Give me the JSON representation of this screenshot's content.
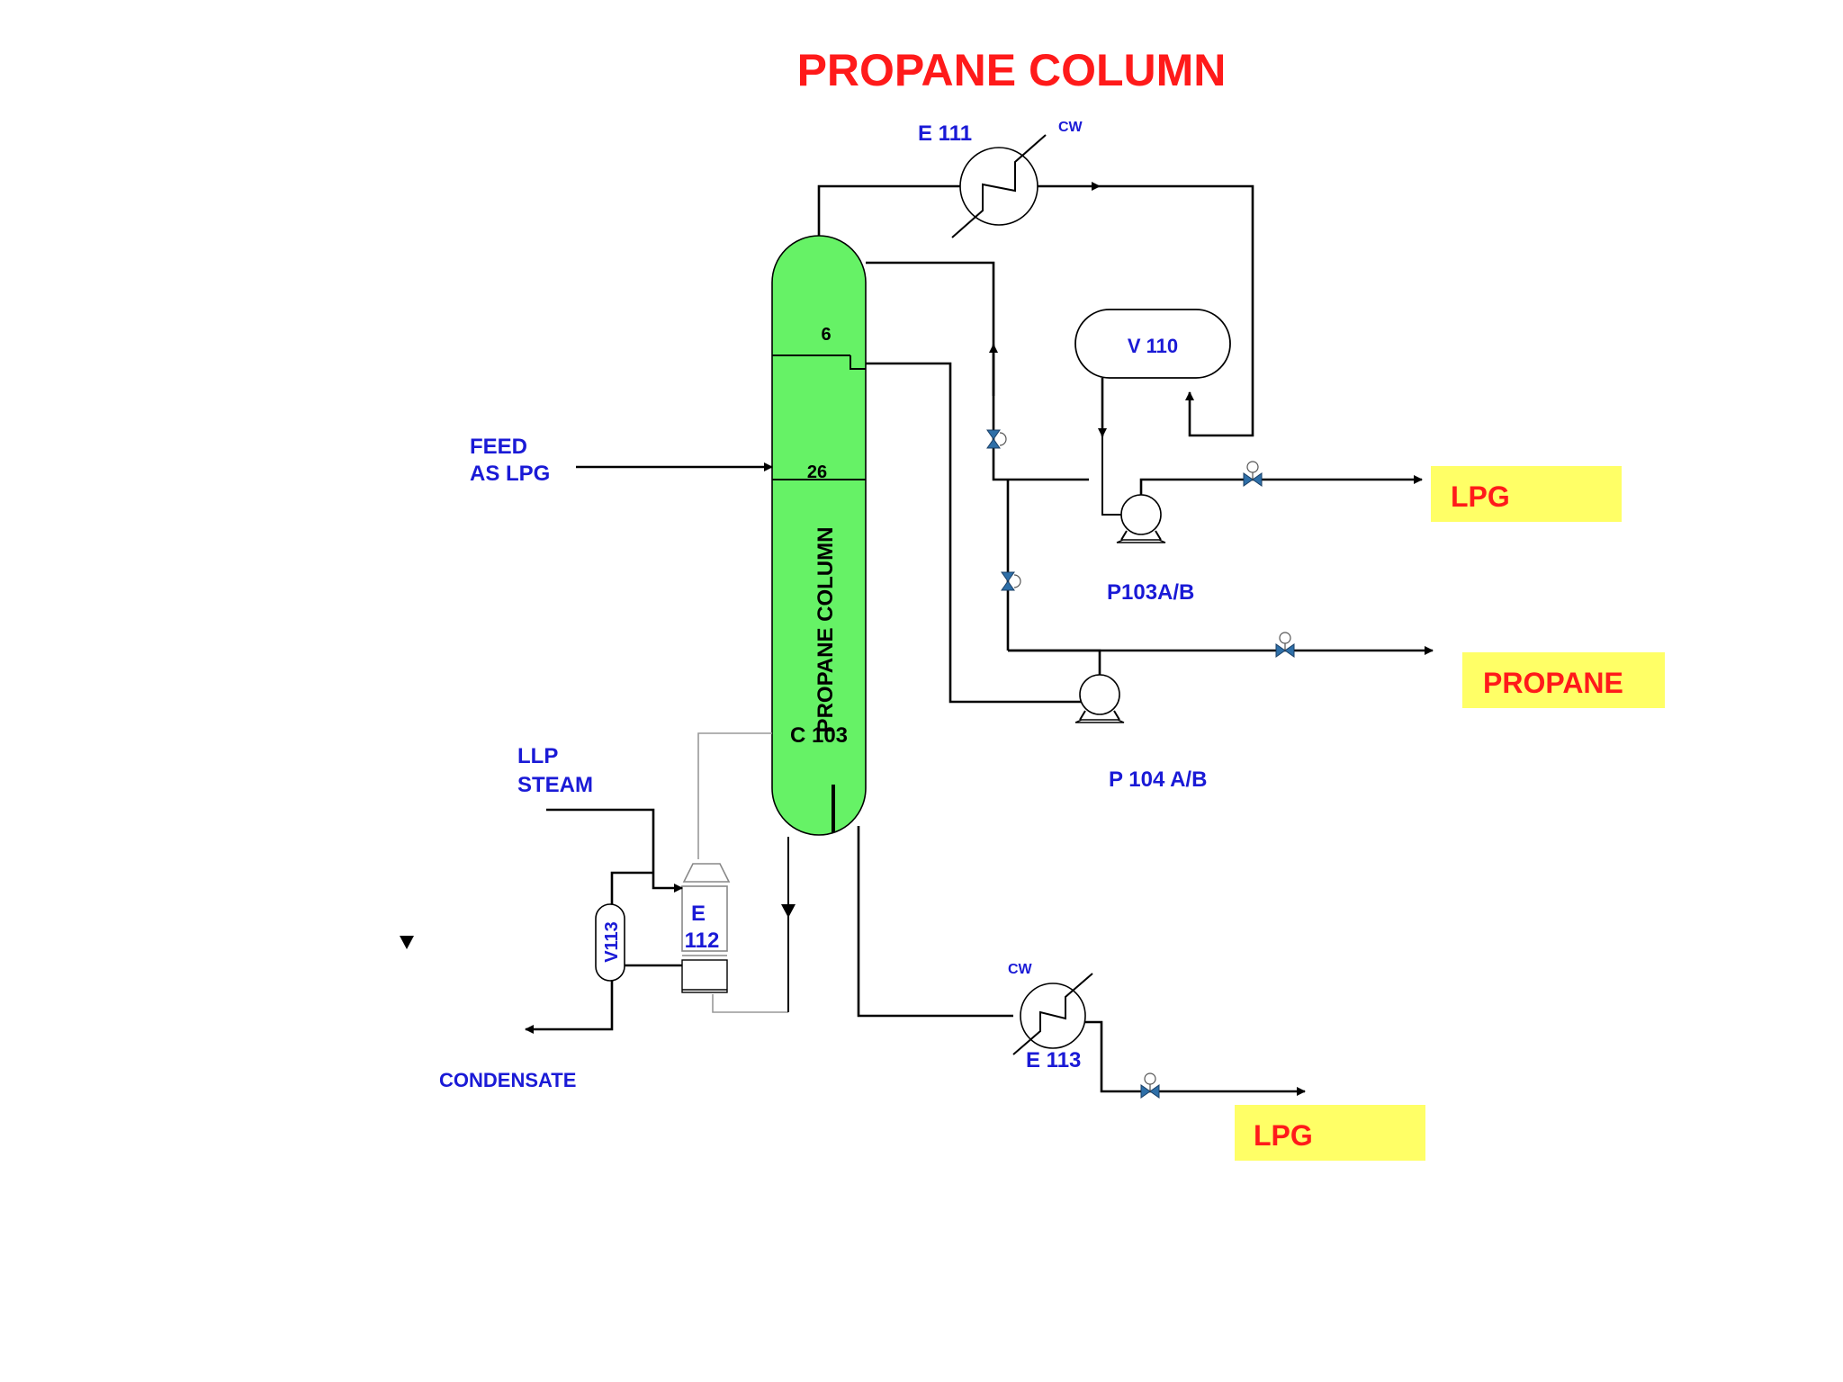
{
  "title": "PROPANE COLUMN",
  "colors": {
    "column": "#66f266",
    "label_box": "#ffff66",
    "label_blue": "#1a1ad6",
    "label_red": "#ff1a1a",
    "valve": "#2e6fa8"
  },
  "labels": {
    "e111": "E 111",
    "cw_top": "CW",
    "v110": "V 110",
    "tray6": "6",
    "tray26": "26",
    "column_vertical": "PROPANE COLUMN",
    "c103": "C 103",
    "feed_line1": "FEED",
    "feed_line2": "AS LPG",
    "llp_line1": "LLP",
    "llp_line2": "STEAM",
    "v113": "V113",
    "e112_line1": "E",
    "e112_line2": "112",
    "condensate": "CONDENSATE",
    "p103": "P103A/B",
    "p104": "P 104 A/B",
    "cw_bottom": "CW",
    "e113": "E 113"
  },
  "products": {
    "lpg_top": "LPG",
    "propane": "PROPANE",
    "lpg_bottom": "LPG"
  }
}
